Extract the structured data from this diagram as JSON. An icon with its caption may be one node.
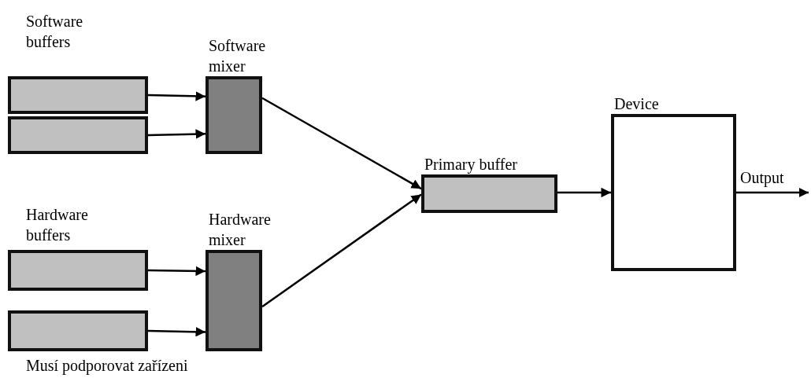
{
  "diagram": {
    "nodes": [
      {
        "text": [],
        "shape": "box"
      },
      {
        "text": [],
        "shape": "box"
      },
      {
        "text": [
          "Software mixer"
        ]
      },
      {
        "text": [],
        "shape": "box"
      },
      {
        "text": [],
        "shape": "box"
      },
      {
        "text": [
          "Hardware mixer"
        ]
      },
      {
        "text": [
          "Primary buffer"
        ]
      },
      {
        "text": [
          "Device"
        ]
      }
    ],
    "edges": [
      {
        "from": 0,
        "to": 2,
        "arrow": "to"
      },
      {
        "from": 1,
        "to": 2,
        "arrow": "to"
      },
      {
        "from": 3,
        "to": 5,
        "arrow": "to"
      },
      {
        "from": 4,
        "to": 5,
        "arrow": "to"
      },
      {
        "from": 2,
        "to": 6,
        "arrow": "to"
      },
      {
        "from": 5,
        "to": 6,
        "arrow": "to"
      },
      {
        "from": 6,
        "to": 7,
        "arrow": "to"
      },
      {
        "from": 7,
        "to": null,
        "arrow": "to",
        "label": "Output"
      }
    ],
    "labels": [
      "Software buffers",
      "Hardware buffers",
      "Musí podporovat zařízeni"
    ]
  }
}
